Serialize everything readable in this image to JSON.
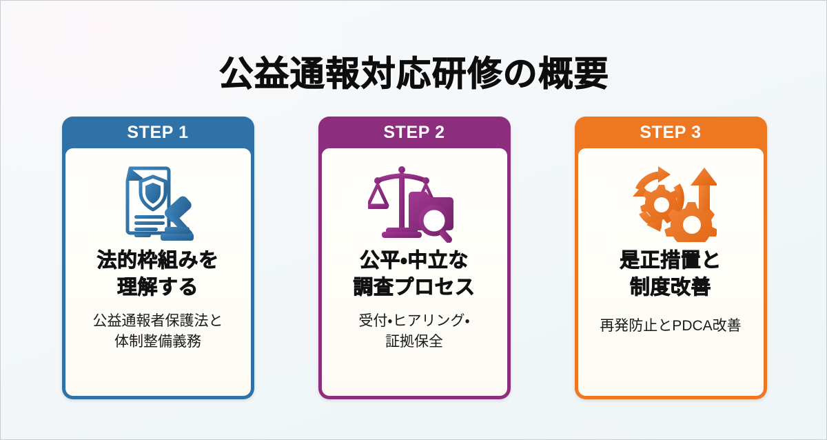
{
  "slide": {
    "title": "公益通報対応研修の概要",
    "background_color": "#f3f7f9",
    "border_color": "#c9cdd0"
  },
  "cards": [
    {
      "step_label": "STEP 1",
      "accent_color": "#2f72a8",
      "icon_name": "document-shield-gavel-icon",
      "heading": "法的枠組みを\n理解する",
      "subtext": "公益通報者保護法と\n体制整備義務"
    },
    {
      "step_label": "STEP 2",
      "accent_color": "#8c2d7e",
      "icon_name": "scales-folder-magnifier-icon",
      "heading": "公平・中立な\n調査プロセス",
      "subtext": "受付・ヒアリング・\n証拠保全"
    },
    {
      "step_label": "STEP 3",
      "accent_color": "#ee7722",
      "icon_name": "gears-cycle-arrow-icon",
      "heading": "是正措置と\n制度改善",
      "subtext": "再発防止とPDCA改善"
    }
  ]
}
